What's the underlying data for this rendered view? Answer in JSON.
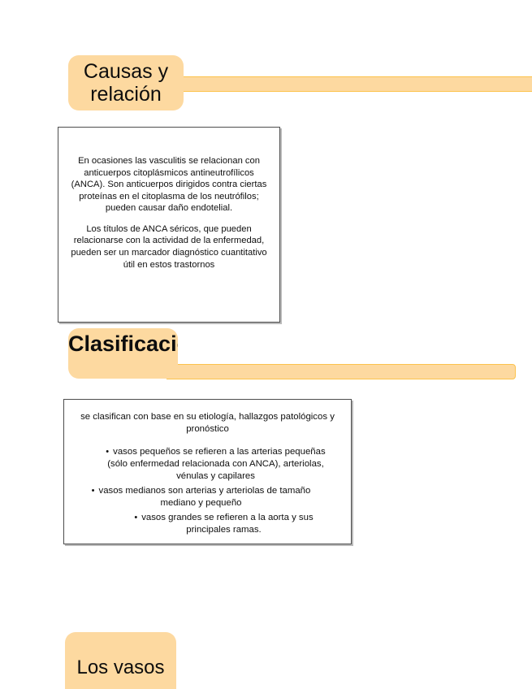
{
  "slide": {
    "background_color": "#ffffff",
    "accent_fill": "#fdd9a0",
    "accent_border": "#fcc34d",
    "box_border": "#4d4d4d"
  },
  "nodes": [
    {
      "label": "Causas y relación",
      "bubble_name": "callout-causas"
    },
    {
      "label": "Clasificación",
      "bubble_name": "callout-clasificacion"
    },
    {
      "label": "Los vasos",
      "bubble_name": "callout-vasos"
    }
  ],
  "causas_box": {
    "paragraphs": [
      "En ocasiones las vasculitis se relacionan con anticuerpos citoplásmicos antineutrofílicos (ANCA). Son anticuerpos dirigidos contra ciertas proteínas en el citoplasma de los neutrófilos; pueden causar daño endotelial.",
      "Los títulos de ANCA séricos, que pueden relacionarse con la actividad de la enfermedad, pueden ser un marcador diagnóstico cuantitativo útil en estos trastornos"
    ]
  },
  "clasificacion_box": {
    "lead": "se clasifican con base en su etiología, hallazgos patológicos y pronóstico",
    "bullet_glyph": "•",
    "bullets": [
      "vasos pequeños se refieren a las arterias pequeñas (sólo enfermedad relacionada con ANCA), arteriolas, vénulas y capilares",
      "vasos medianos son arterias y arteriolas de tamaño mediano y pequeño",
      "vasos grandes se refieren a la aorta y sus principales ramas."
    ]
  }
}
